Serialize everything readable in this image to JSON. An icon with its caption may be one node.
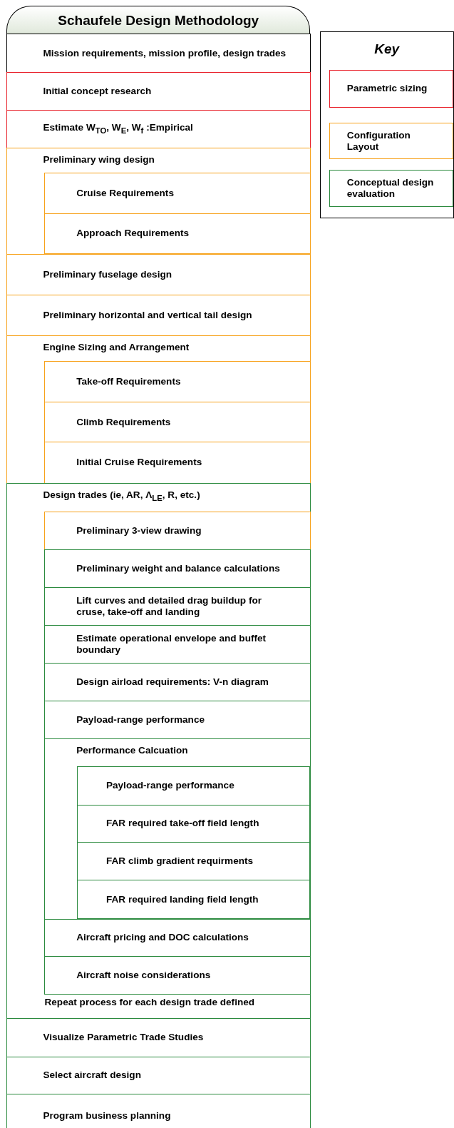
{
  "diagram": {
    "title": "Schaufele Design Methodology",
    "nodes": [
      {
        "text": [
          "Mission requirements, mission profile, design trades"
        ]
      },
      {
        "text": [
          "Initial concept research"
        ]
      },
      {
        "text": [
          "Estimate W$_{TO}$, W$_{E}$, W$_{f}$ :Empirical"
        ]
      },
      {
        "text": [
          "Preliminary wing design"
        ]
      },
      {
        "text": [
          "Cruise Requirements"
        ],
        "in": 3
      },
      {
        "text": [
          "Approach Requirements"
        ],
        "in": 3
      },
      {
        "text": [
          "Preliminary fuselage design"
        ]
      },
      {
        "text": [
          "Preliminary horizontal and vertical tail design"
        ]
      },
      {
        "text": [
          "Engine Sizing and Arrangement"
        ]
      },
      {
        "text": [
          "Take-off Requirements"
        ],
        "in": 8
      },
      {
        "text": [
          "Climb Requirements"
        ],
        "in": 8
      },
      {
        "text": [
          "Initial Cruise Requirements"
        ],
        "in": 8
      },
      {
        "text": [
          "Design trades (ie, AR, Λ$_{LE}$, R, etc.)",
          "Repeat process for each design trade defined"
        ]
      },
      {
        "text": [
          "Preliminary 3-view drawing"
        ],
        "in": 12
      },
      {
        "text": [
          "Preliminary weight and balance calculations"
        ],
        "in": 12
      },
      {
        "text": [
          "Lift curves and detailed drag buildup for cruse, take-off and landing"
        ],
        "in": 12
      },
      {
        "text": [
          "Estimate operational envelope and buffet boundary"
        ],
        "in": 12
      },
      {
        "text": [
          "Design airload requirements: V-n diagram"
        ],
        "in": 12
      },
      {
        "text": [
          "Payload-range performance"
        ],
        "in": 12
      },
      {
        "text": [
          "Performance Calcuation"
        ],
        "in": 12
      },
      {
        "text": [
          "Payload-range performance"
        ],
        "in": 19
      },
      {
        "text": [
          "FAR required take-off field length"
        ],
        "in": 19
      },
      {
        "text": [
          "FAR climb gradient requirments"
        ],
        "in": 19
      },
      {
        "text": [
          "FAR required landing field length"
        ],
        "in": 19
      },
      {
        "text": [
          "Aircraft pricing and DOC calculations"
        ],
        "in": 12
      },
      {
        "text": [
          "Aircraft noise considerations"
        ],
        "in": 12
      },
      {
        "text": [
          "Visualize Parametric Trade Studies"
        ]
      },
      {
        "text": [
          "Select aircraft design"
        ]
      },
      {
        "text": [
          "Program business planning"
        ]
      }
    ],
    "labels": [
      "Key"
    ],
    "legend": [
      {
        "text": "Parametric sizing",
        "color": "#e8202a"
      },
      {
        "text": "Configuration Layout",
        "color": "#f7a21b"
      },
      {
        "text": "Conceptual design evaluation",
        "color": "#2b8a3e"
      }
    ]
  }
}
